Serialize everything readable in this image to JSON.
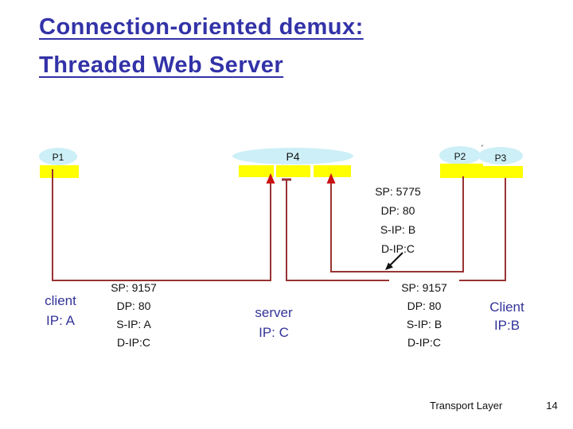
{
  "slide": {
    "title_line1": "Connection-oriented demux:",
    "title_line2": "Threaded Web Server",
    "footer": {
      "label": "Transport Layer",
      "page": "14"
    }
  },
  "processes": {
    "p1": "P1",
    "p4": "P4",
    "p2": "P2",
    "p3": "P3",
    "tick": "´"
  },
  "hosts": {
    "client_a": {
      "line1": "client",
      "line2": "IP: A"
    },
    "server_c": {
      "line1": "server",
      "line2": "IP: C"
    },
    "client_b": {
      "line1": "Client",
      "line2": "IP:B"
    }
  },
  "segments": {
    "p2_block": {
      "sp": "SP: 5775",
      "dp": "DP: 80",
      "sip": "S-IP: B",
      "dip": "D-IP:C"
    },
    "left_block": {
      "sp": "SP: 9157",
      "dp": "DP: 80",
      "sip": "S-IP: A",
      "dip": "D-IP:C"
    },
    "right_block": {
      "sp": "SP: 9157",
      "dp": "DP: 80",
      "sip": "S-IP: B",
      "dip": "D-IP:C"
    }
  },
  "colors": {
    "title_blue": "#3232a8",
    "label_blue": "#333399",
    "text_black": "#111111",
    "process_ellipse": "#cdeff7",
    "socket_yellow": "#ffff00",
    "connection_red": "#993333",
    "arrow_red": "#cc1111"
  }
}
